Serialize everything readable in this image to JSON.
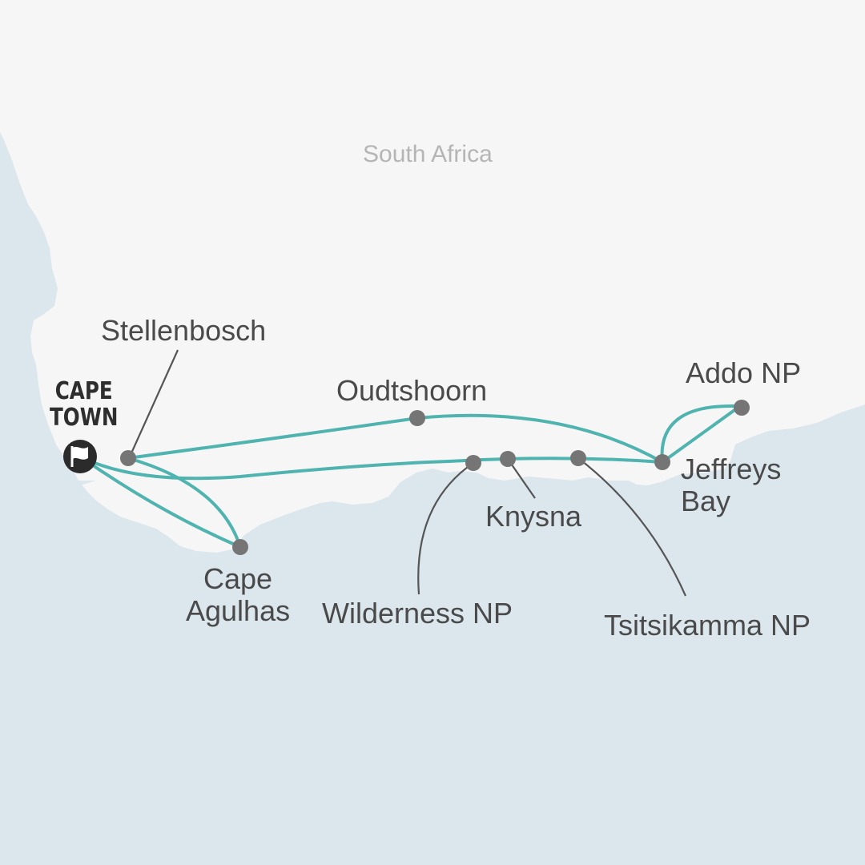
{
  "map": {
    "country_label": "South Africa",
    "start": {
      "line1": "CAPE",
      "line2": "TOWN",
      "icon": "flag-icon"
    },
    "stops": [
      {
        "id": "stellenbosch",
        "label": "Stellenbosch"
      },
      {
        "id": "oudtshoorn",
        "label": "Oudtshoorn"
      },
      {
        "id": "addo",
        "label": "Addo NP"
      },
      {
        "id": "jeffreys",
        "label1": "Jeffreys",
        "label2": "Bay"
      },
      {
        "id": "knysna",
        "label": "Knysna"
      },
      {
        "id": "wilderness",
        "label": "Wilderness NP"
      },
      {
        "id": "tsitsikamma",
        "label": "Tsitsikamma NP"
      },
      {
        "id": "agulhas",
        "label1": "Cape",
        "label2": "Agulhas"
      }
    ],
    "colors": {
      "land": "#f6f6f6",
      "sea": "#dbe6ed",
      "route": "#4fb3b0",
      "marker": "#757575",
      "leader": "#555555",
      "text": "#4a4a4a"
    }
  }
}
